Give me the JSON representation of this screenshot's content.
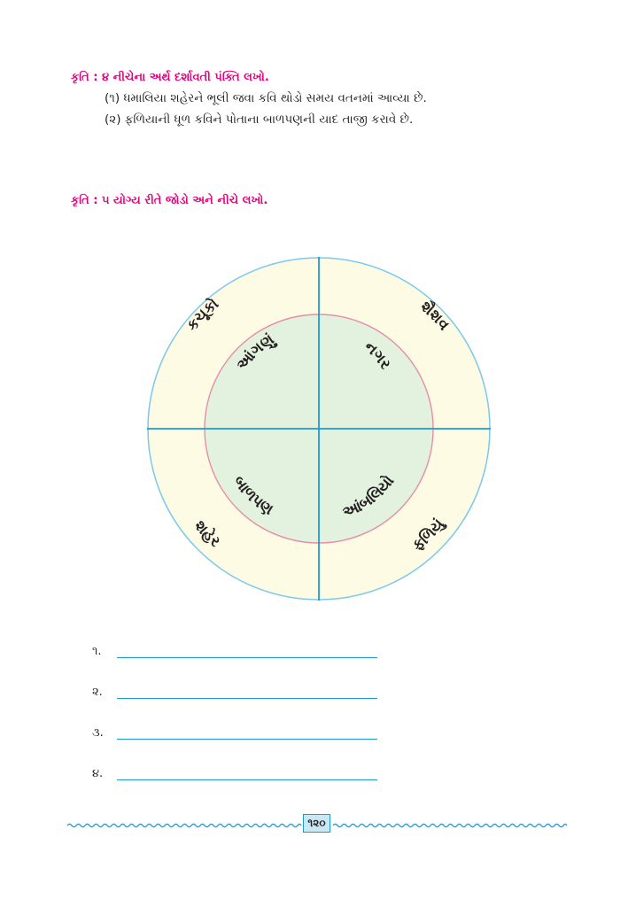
{
  "task4": {
    "heading": "કૃતિ : ૪ નીચેના અર્થ દર્શાવતી પંક્તિ લખો.",
    "lines": [
      "(૧) ધમાલિયા શહેરને ભૂલી જવા કવિ થોડો સમય વતનમાં આવ્યા છે.",
      "(૨) ફળિયાની ધૂળ કવિને પોતાના બાળપણની યાદ તાજી કરાવે છે."
    ]
  },
  "task5": {
    "heading": "કૃતિ : ૫ યોગ્ય રીતે જોડો અને નીચે લખો."
  },
  "wheel": {
    "outer_words": [
      "કચૂકો",
      "શૈશવ",
      "શહેર",
      "ફળિયું"
    ],
    "inner_words": [
      "આંગણું",
      "નગર",
      "બાળપણ",
      "આંબલિયો"
    ],
    "colors": {
      "outer_ring_fill": "#fdfbe4",
      "outer_ring_stroke": "#7cc8ec",
      "inner_circle_fill": "#e3f1df",
      "inner_circle_stroke": "#e58ea5",
      "divider": "#1d9ad6"
    }
  },
  "answers": {
    "numbers": [
      "૧.",
      "૨.",
      "૩.",
      "૪."
    ]
  },
  "footer": {
    "page_number": "૧૨૦",
    "wave_color": "#1d9ad6",
    "page_box_fill": "#c9e8f5"
  }
}
